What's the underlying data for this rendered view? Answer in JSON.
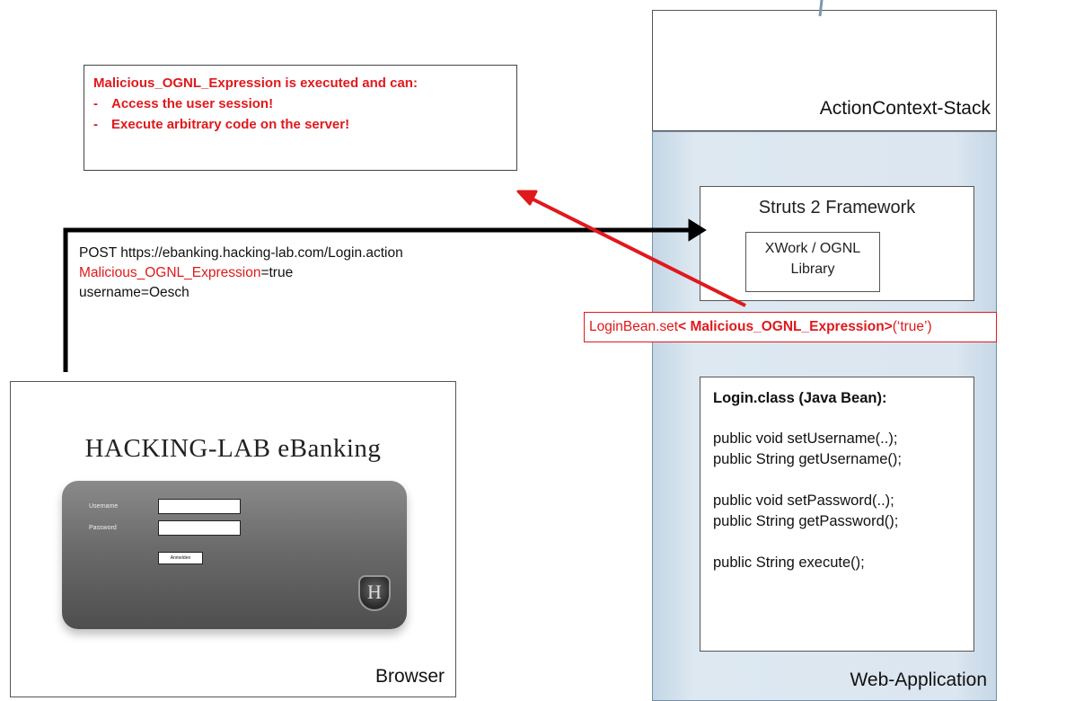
{
  "callout": {
    "title": "Malicious_OGNL_Expression is executed and can:",
    "bullets": [
      "Access the user session!",
      "Execute arbitrary code on the server!"
    ],
    "dash": "-"
  },
  "request": {
    "line1": "POST https://ebanking.hacking-lab.com/Login.action",
    "param_name": "Malicious_OGNL_Expression",
    "param_value": "=true",
    "line3": "username=Oesch"
  },
  "server": {
    "action_context_label": "ActionContext-Stack",
    "framework_title": "Struts 2 Framework",
    "library_line1": "XWork / OGNL",
    "library_line2": "Library",
    "loginbean": {
      "prefix": "LoginBean.set",
      "bold": "< Malicious_OGNL_Expression>",
      "suffix": "(‘true’)"
    },
    "login_class": {
      "header": "Login.class (Java Bean):",
      "methods_group1": [
        "public void setUsername(..);",
        "public String getUsername();"
      ],
      "methods_group2": [
        "public void setPassword(..);",
        "public String getPassword();"
      ],
      "methods_group3": [
        "public String execute();"
      ]
    },
    "webapp_label": "Web-Application"
  },
  "browser": {
    "title": "HACKING-LAB eBanking",
    "username_label": "Username",
    "password_label": "Password",
    "button_label": "Anmelden",
    "logo_letter": "H",
    "label": "Browser"
  },
  "colors": {
    "accent_red": "#e0191c",
    "arrow_black": "#000000",
    "webapp_bg": "#d4e2ee"
  }
}
